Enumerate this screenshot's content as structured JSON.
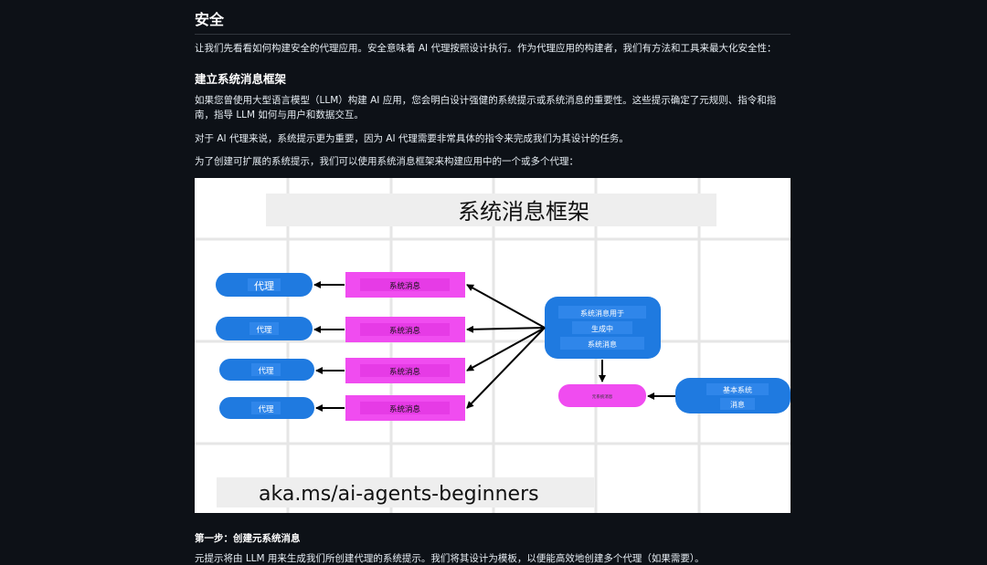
{
  "section": {
    "title": "安全",
    "intro": "让我们先看看如何构建安全的代理应用。安全意味着 AI 代理按照设计执行。作为代理应用的构建者，我们有方法和工具来最大化安全性："
  },
  "subsection": {
    "title": "建立系统消息框架",
    "paragraphs": [
      "如果您曾使用大型语言模型（LLM）构建 AI 应用，您会明白设计强健的系统提示或系统消息的重要性。这些提示确定了元规则、指令和指南，指导 LLM 如何与用户和数据交互。",
      "对于 AI 代理来说，系统提示更为重要，因为 AI 代理需要非常具体的指令来完成我们为其设计的任务。",
      "为了创建可扩展的系统提示，我们可以使用系统消息框架来构建应用中的一个或多个代理："
    ]
  },
  "diagram": {
    "title": "系统消息框架",
    "agent_label": "代理",
    "system_message_label": "系统消息",
    "generator": {
      "line1": "系统消息用于",
      "line2": "生成中",
      "line3": "系统消息"
    },
    "meta_prompt_label": "元系统消息",
    "basic_system": {
      "line1": "基本系统",
      "line2": "消息"
    },
    "footer_url": "aka.ms/ai-agents-beginners",
    "colors": {
      "blue": "#1f7ae0",
      "magenta": "#f04cf0",
      "title_bg": "#eeeeee"
    }
  },
  "step1": {
    "title": "第一步：创建元系统消息",
    "text": "元提示将由 LLM 用来生成我们所创建代理的系统提示。我们将其设计为模板，以便能高效地创建多个代理（如果需要）。"
  }
}
